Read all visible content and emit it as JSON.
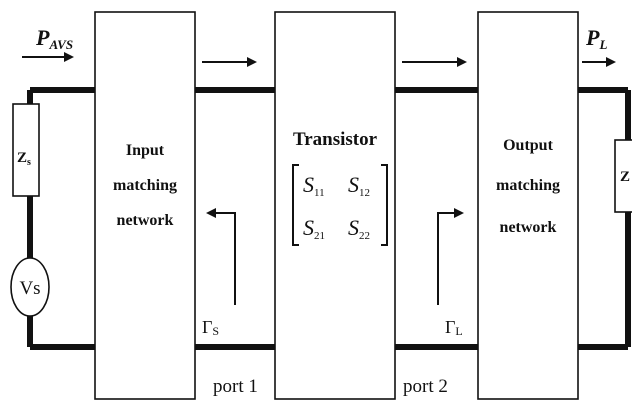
{
  "source": {
    "power_label": "P",
    "power_sub": "AVS",
    "impedance_label": "Z",
    "impedance_sub": "s",
    "voltage_label": "Vs"
  },
  "load": {
    "power_label": "P",
    "power_sub": "L",
    "impedance_label": "Z"
  },
  "input_network": {
    "lines": [
      "Input",
      "matching",
      "network"
    ]
  },
  "transistor": {
    "title": "Transistor",
    "s11": "S",
    "s11_sub": "11",
    "s12": "S",
    "s12_sub": "12",
    "s21": "S",
    "s21_sub": "21",
    "s22": "S",
    "s22_sub": "22"
  },
  "output_network": {
    "lines": [
      "Output",
      "matching",
      "network"
    ]
  },
  "reflection": {
    "gamma_s": "Γ",
    "gamma_s_sub": "S",
    "gamma_l": "Γ",
    "gamma_l_sub": "L"
  },
  "ports": {
    "port1": "port 1",
    "port2": "port 2"
  }
}
